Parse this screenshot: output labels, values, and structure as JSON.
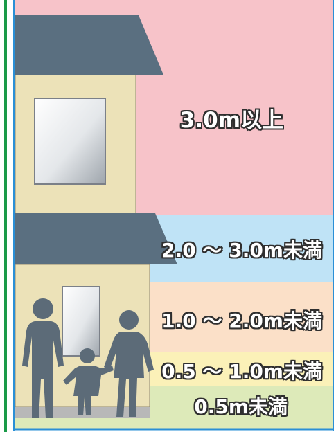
{
  "bands": [
    {
      "label": "3.0m以上",
      "color": "#f7c3c9"
    },
    {
      "label": "2.0 ～ 3.0m未満",
      "color": "#bfe3f6"
    },
    {
      "label": "1.0 ～ 2.0m未満",
      "color": "#fbe0c8"
    },
    {
      "label": "0.5 ～ 1.0m未満",
      "color": "#fbf1b8"
    },
    {
      "label": "0.5m未満",
      "color": "#ddeab9"
    }
  ],
  "colors": {
    "roof": "#5a6f80",
    "wall": "#ece2b8",
    "figure": "#5c6b78",
    "left_border": "#1a9a48",
    "frame_border": "#2a8fd6",
    "ground": "#b8b8b8"
  }
}
